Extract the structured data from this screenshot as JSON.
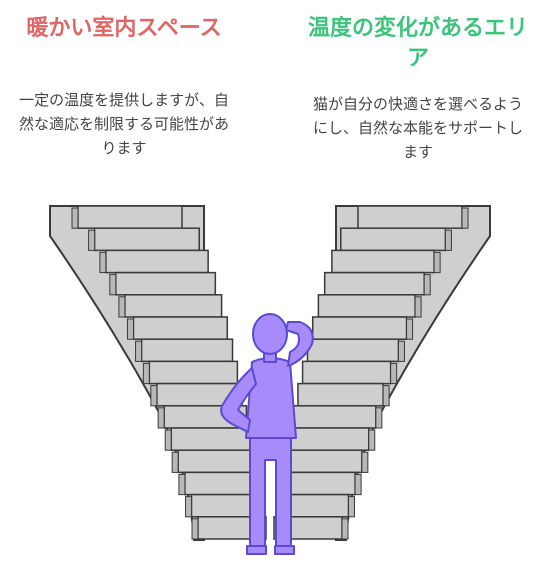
{
  "colors": {
    "left_title": "#e06666",
    "right_title": "#3cc47c",
    "stair_face": "#cfcfcf",
    "stair_top": "#e6e6e6",
    "stair_outline": "#3a3a3a",
    "person_fill": "#a78bfa",
    "person_outline": "#5b4bd1"
  },
  "left": {
    "title": "暖かい室内スペース",
    "description": "一定の温度を提供しますが、自然な適応を制限する可能性があります"
  },
  "right": {
    "title": "温度の変化があるエリア",
    "description": "猫が自分の快適さを選べるようにし、自然な本能をサポートします"
  },
  "illustration": {
    "icons": [
      "staircase-left",
      "staircase-right",
      "person-scratching-head-icon"
    ]
  }
}
